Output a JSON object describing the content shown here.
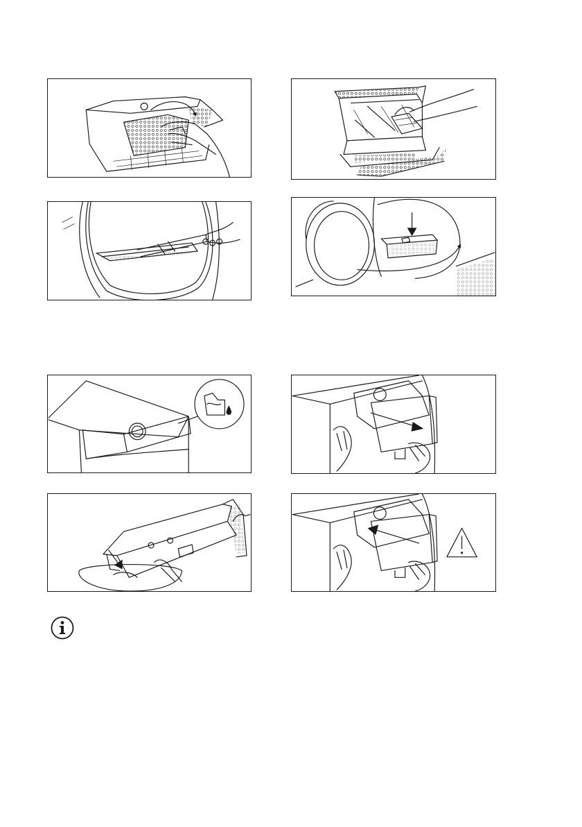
{
  "figures": [
    {
      "id": "p1",
      "depicts": "filter-pull-out"
    },
    {
      "id": "p2",
      "depicts": "filter-compartment-clean"
    },
    {
      "id": "p3",
      "depicts": "door-seal-vacuum"
    },
    {
      "id": "p4",
      "depicts": "filter-reinsert-close-door"
    },
    {
      "id": "p5",
      "depicts": "water-container-indicator"
    },
    {
      "id": "p6",
      "depicts": "water-container-pull-out"
    },
    {
      "id": "p7",
      "depicts": "water-container-empty"
    },
    {
      "id": "p8",
      "depicts": "water-container-push-in"
    }
  ],
  "icons": {
    "info": "info-icon",
    "warning": "warning-icon",
    "water_container": "water-container-icon"
  },
  "colors": {
    "line": "#1a1a1a",
    "background": "#ffffff"
  }
}
